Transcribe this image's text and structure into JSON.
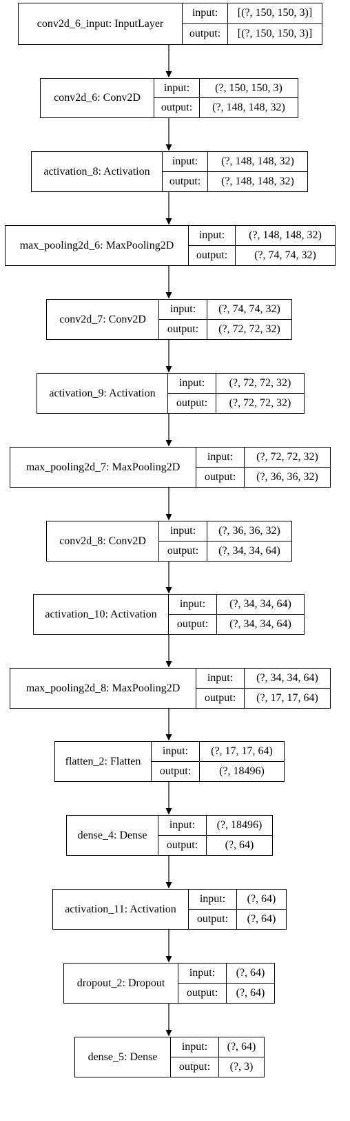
{
  "labels": {
    "input": "input:",
    "output": "output:"
  },
  "layers": [
    {
      "name": "conv2d_6_input: InputLayer",
      "input": "[(?, 150, 150, 3)]",
      "output": "[(?, 150, 150, 3)]"
    },
    {
      "name": "conv2d_6: Conv2D",
      "input": "(?, 150, 150, 3)",
      "output": "(?, 148, 148, 32)"
    },
    {
      "name": "activation_8: Activation",
      "input": "(?, 148, 148, 32)",
      "output": "(?, 148, 148, 32)"
    },
    {
      "name": "max_pooling2d_6: MaxPooling2D",
      "input": "(?, 148, 148, 32)",
      "output": "(?, 74, 74, 32)"
    },
    {
      "name": "conv2d_7: Conv2D",
      "input": "(?, 74, 74, 32)",
      "output": "(?, 72, 72, 32)"
    },
    {
      "name": "activation_9: Activation",
      "input": "(?, 72, 72, 32)",
      "output": "(?, 72, 72, 32)"
    },
    {
      "name": "max_pooling2d_7: MaxPooling2D",
      "input": "(?, 72, 72, 32)",
      "output": "(?, 36, 36, 32)"
    },
    {
      "name": "conv2d_8: Conv2D",
      "input": "(?, 36, 36, 32)",
      "output": "(?, 34, 34, 64)"
    },
    {
      "name": "activation_10: Activation",
      "input": "(?, 34, 34, 64)",
      "output": "(?, 34, 34, 64)"
    },
    {
      "name": "max_pooling2d_8: MaxPooling2D",
      "input": "(?, 34, 34, 64)",
      "output": "(?, 17, 17, 64)"
    },
    {
      "name": "flatten_2: Flatten",
      "input": "(?, 17, 17, 64)",
      "output": "(?, 18496)"
    },
    {
      "name": "dense_4: Dense",
      "input": "(?, 18496)",
      "output": "(?, 64)"
    },
    {
      "name": "activation_11: Activation",
      "input": "(?, 64)",
      "output": "(?, 64)"
    },
    {
      "name": "dropout_2: Dropout",
      "input": "(?, 64)",
      "output": "(?, 64)"
    },
    {
      "name": "dense_5: Dense",
      "input": "(?, 64)",
      "output": "(?, 3)"
    }
  ]
}
